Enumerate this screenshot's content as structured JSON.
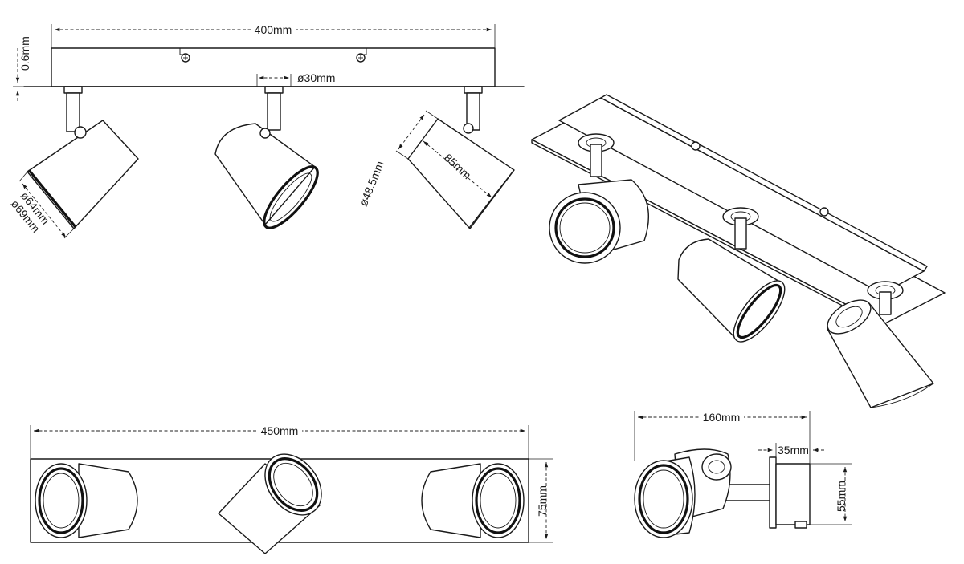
{
  "dimensions": {
    "rail_length": "400mm",
    "stem_diameter": "ø30mm",
    "plate_thickness": "0.6mm",
    "head_inner_diameter": "ø64mm",
    "head_outer_diameter": "ø69mm",
    "head_rear_diameter": "ø48.5mm",
    "head_length": "85mm",
    "plate_length": "450mm",
    "plate_width": "75mm",
    "projection": "160mm",
    "plate_depth": "35mm",
    "plate_height": "55mm"
  },
  "colors": {
    "line": "#1a1a1a",
    "background": "#ffffff"
  }
}
